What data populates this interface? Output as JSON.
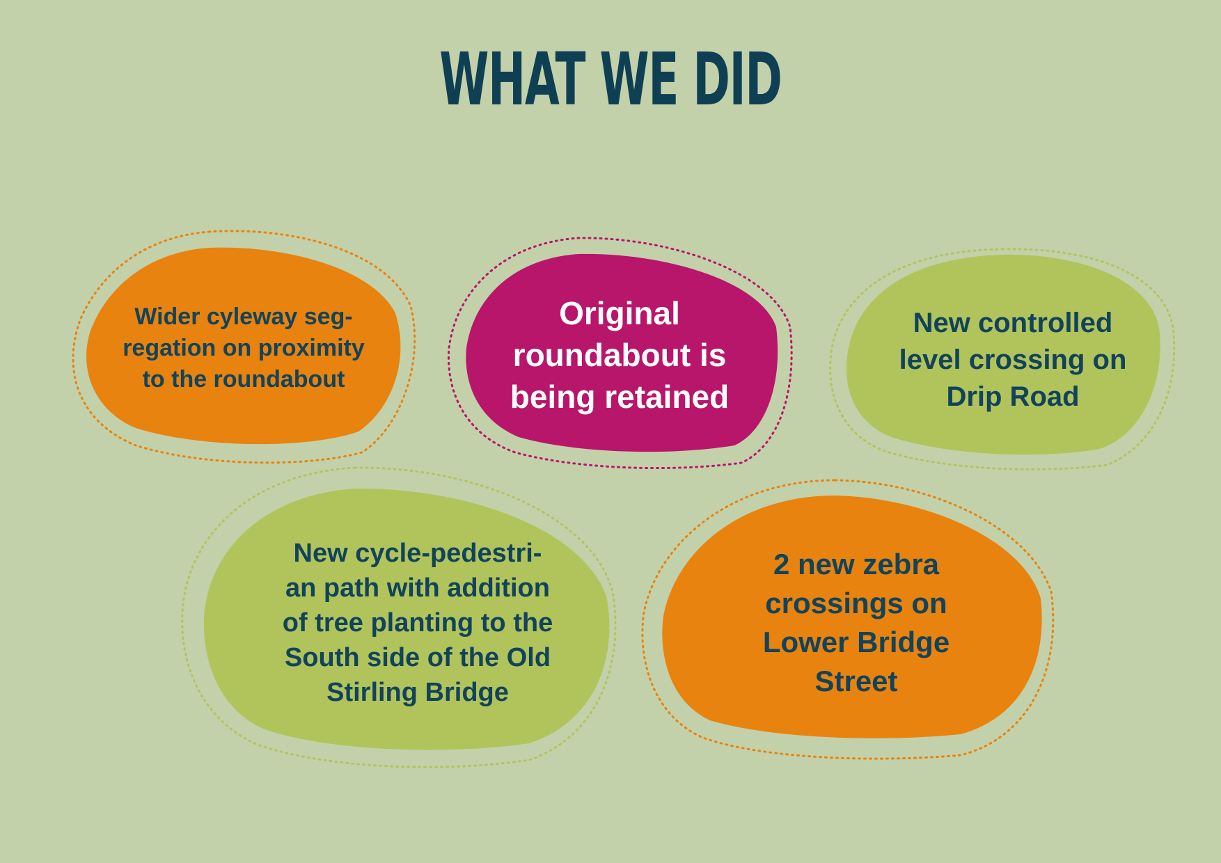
{
  "title": "WHAT WE DID",
  "colors": {
    "background": "#c3d1ab",
    "orange": "#e8830f",
    "magenta": "#b8166a",
    "lime": "#b1c45c",
    "dark_text": "#12435a"
  },
  "bubbles": [
    {
      "text": "Wider cyleway seg-\nregation on proximity\nto the roundabout",
      "color": "orange"
    },
    {
      "text": "Original\nroundabout is\nbeing retained",
      "color": "magenta"
    },
    {
      "text": "New controlled\nlevel crossing on\nDrip Road",
      "color": "lime"
    },
    {
      "text": "New cycle-pedestri-\nan path with addition\nof tree planting to the\nSouth side of the Old\nStirling Bridge",
      "color": "lime"
    },
    {
      "text": "2 new zebra\ncrossings on\nLower Bridge\nStreet",
      "color": "orange"
    }
  ]
}
